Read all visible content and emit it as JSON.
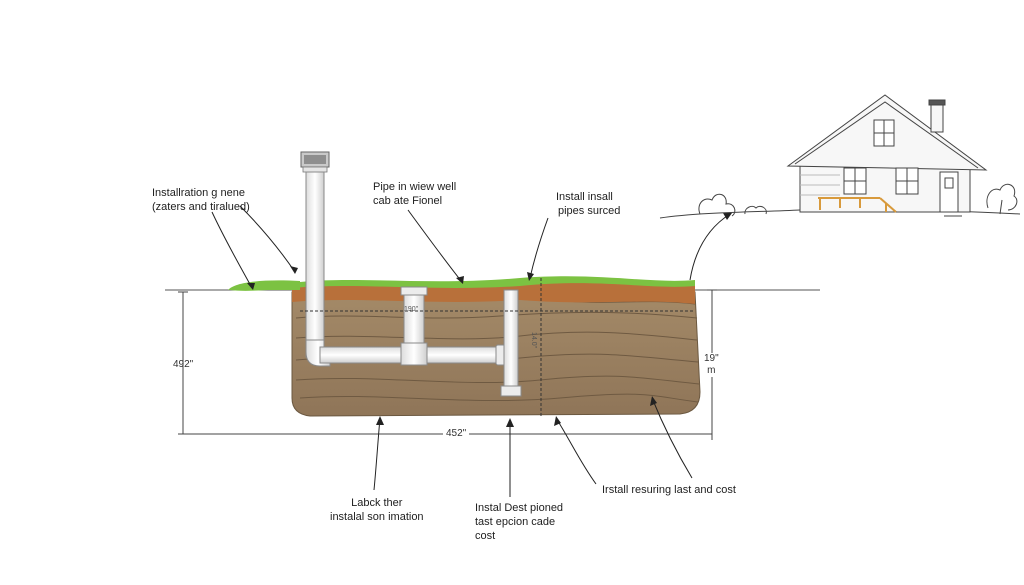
{
  "labels": {
    "install_zone": {
      "line1": "Installration g nene",
      "line2": "(zaters and tiralued)"
    },
    "pipe_view": {
      "line1": "Pipe in wiew well",
      "line2": "cab ate Fionel"
    },
    "install_pipes": {
      "line1": "Install insall",
      "line2": "pipes surced"
    },
    "label_install": {
      "line1": "Labck ther",
      "line2": "instalal son imation"
    },
    "install_dest": {
      "line1": "Instal Dest pioned",
      "line2": "tast epcion cade",
      "line3": "cost"
    },
    "install_resuring": {
      "line1": "Irstall resuring last and cost"
    }
  },
  "dimensions": {
    "left_height": "492\"",
    "bottom_width": "452\"",
    "right_height": {
      "line1": "19\"",
      "line2": "m"
    },
    "top_inner": "190\"",
    "vertical_inner": "14.0\""
  },
  "colors": {
    "grass": "#7cc242",
    "topsoil": "#b8703a",
    "soil": "#9b8466",
    "pipe": "#f2f2f2",
    "steps": "#d89a3c"
  }
}
